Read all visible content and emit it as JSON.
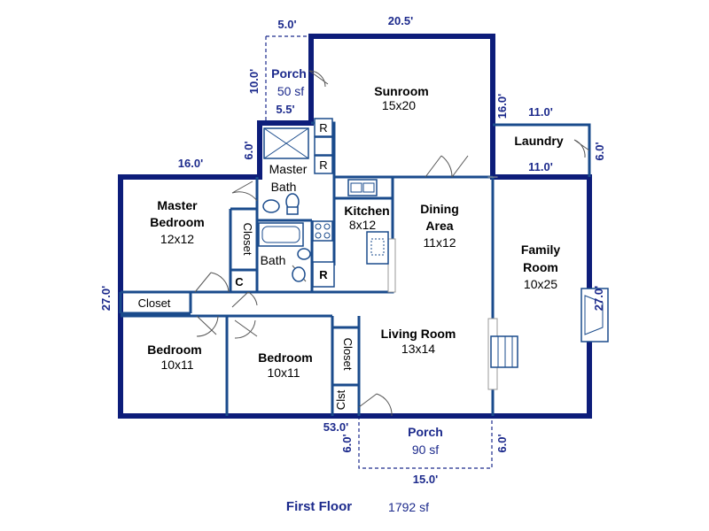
{
  "rooms": {
    "sunroom": {
      "name": "Sunroom",
      "size": "15x20"
    },
    "laundry": {
      "name": "Laundry"
    },
    "master_bath": {
      "name_line1": "Master",
      "name_line2": "Bath"
    },
    "master_bedroom": {
      "name_line1": "Master",
      "name_line2": "Bedroom",
      "size": "12x12"
    },
    "kitchen": {
      "name": "Kitchen",
      "size": "8x12"
    },
    "dining": {
      "name_line1": "Dining",
      "name_line2": "Area",
      "size": "11x12"
    },
    "family": {
      "name_line1": "Family",
      "name_line2": "Room",
      "size": "10x25"
    },
    "bath": {
      "name": "Bath"
    },
    "living": {
      "name": "Living Room",
      "size": "13x14"
    },
    "bedroom1": {
      "name": "Bedroom",
      "size": "10x11"
    },
    "bedroom2": {
      "name": "Bedroom",
      "size": "10x11"
    },
    "closet_hall": {
      "name": "Closet"
    },
    "closet_master": {
      "name": "Closet"
    },
    "closet_bed2": {
      "name": "Closet"
    },
    "closet_small": {
      "name": "Clst"
    },
    "linen_c": {
      "name": "C"
    },
    "fridge_r1": {
      "name": "R"
    },
    "fridge_r2": {
      "name": "R"
    },
    "fridge_r3": {
      "name": "R"
    }
  },
  "porches": {
    "top": {
      "name": "Porch",
      "area": "50 sf"
    },
    "bottom": {
      "name": "Porch",
      "area": "90 sf"
    }
  },
  "dimensions": {
    "porch_top_width": "5.0'",
    "sunroom_width": "20.5'",
    "porch_top_depth": "10.0'",
    "porch_step": "5.5'",
    "sunroom_depth": "16.0'",
    "laundry_width_top": "11.0'",
    "laundry_width_bottom": "11.0'",
    "laundry_depth": "6.0'",
    "bath_depth": "6.0'",
    "master_width": "16.0'",
    "left_depth": "27.0'",
    "right_depth": "27.0'",
    "overall_width": "53.0'",
    "porch_bottom_left": "6.0'",
    "porch_bottom_right": "6.0'",
    "porch_bottom_width": "15.0'"
  },
  "footer": {
    "title": "First Floor",
    "area": "1792 sf"
  }
}
